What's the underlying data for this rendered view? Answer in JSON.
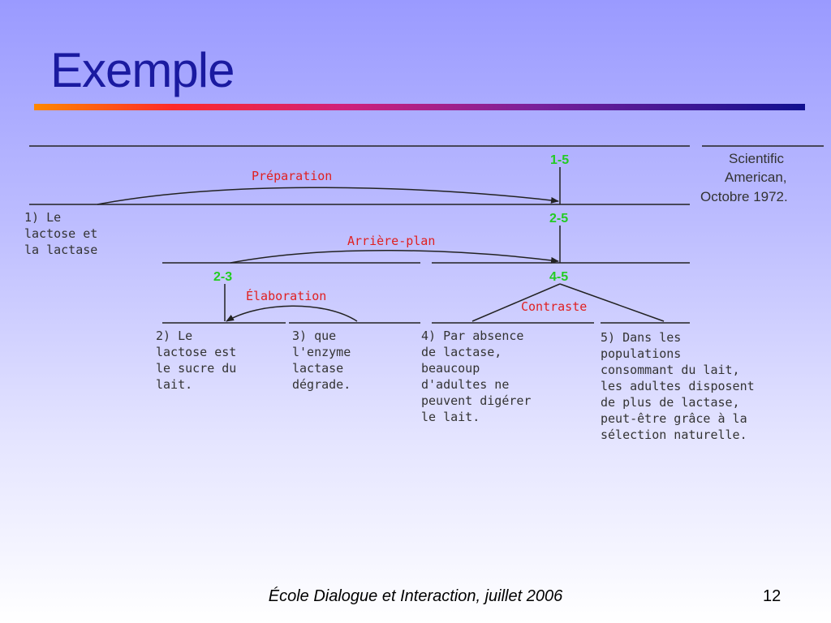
{
  "slide": {
    "title": "Exemple",
    "footer": "École Dialogue et Interaction, juillet 2006",
    "page_number": "12"
  },
  "colors": {
    "title": "#1a1aa0",
    "relation_label": "#e02020",
    "span_label": "#22cc22",
    "body_text": "#333333"
  },
  "diagram": {
    "source": [
      "Scientific",
      "American,",
      "Octobre 1972."
    ],
    "spans": {
      "root": "1-5",
      "second": "2-5",
      "left": "2-3",
      "right": "4-5"
    },
    "relations": {
      "preparation": "Préparation",
      "background": "Arrière-plan",
      "elaboration": "Élaboration",
      "contrast": "Contraste"
    },
    "units": {
      "u1": [
        "1) Le",
        "lactose et",
        "la lactase"
      ],
      "u2": [
        "2) Le",
        "lactose est",
        "le sucre du",
        "lait."
      ],
      "u3": [
        "3) que",
        "l'enzyme",
        "lactase",
        "dégrade."
      ],
      "u4": [
        "4) Par absence",
        "de lactase,",
        "beaucoup",
        "d'adultes ne",
        "peuvent digérer",
        "le lait."
      ],
      "u5": [
        "5) Dans les",
        "populations",
        "consommant du lait,",
        "les adultes disposent",
        "de plus de lactase,",
        "peut-être grâce à la",
        "sélection naturelle."
      ]
    }
  }
}
